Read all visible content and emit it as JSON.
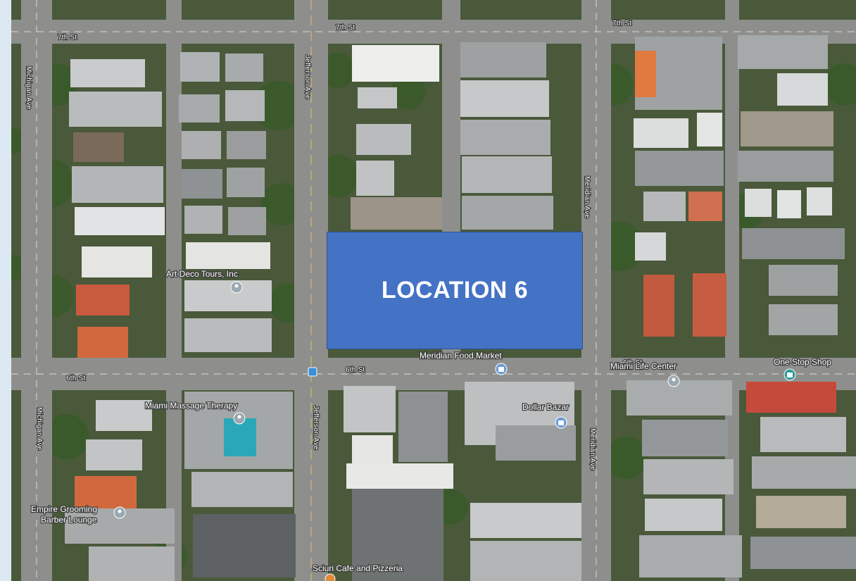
{
  "streets": {
    "seventh_left": "7th St",
    "seventh_mid": "7th St",
    "seventh_right": "7th St",
    "sixth_left": "6th St",
    "sixth_mid": "6th St",
    "sixth_right": "6th St",
    "michigan_top": "Michigan Ave",
    "michigan_bottom": "Michigan Ave",
    "jefferson_top": "Jefferson Ave",
    "jefferson_bottom": "Jefferson Ave",
    "meridian_top": "Meridian Ave",
    "meridian_bottom": "Meridian Ave"
  },
  "places": {
    "art_deco": "Art Deco Tours, Inc",
    "meridian_food": "Meridian Food Market",
    "miami_life": "Miami Life Center",
    "one_stop": "One Stop Shop",
    "miami_massage": "Miami Massage Therapy",
    "dollar_bazar": "Dollar Bazar",
    "empire_1": "Empire Grooming",
    "empire_2": "Barber Lounge",
    "sciuri": "Sciuri Cafe and Pizzeria"
  },
  "overlay": {
    "label": "LOCATION 6",
    "color": "#4472c4"
  },
  "icons": [
    "map-pin-icon",
    "shopping-bag-icon",
    "bus-stop-icon"
  ]
}
